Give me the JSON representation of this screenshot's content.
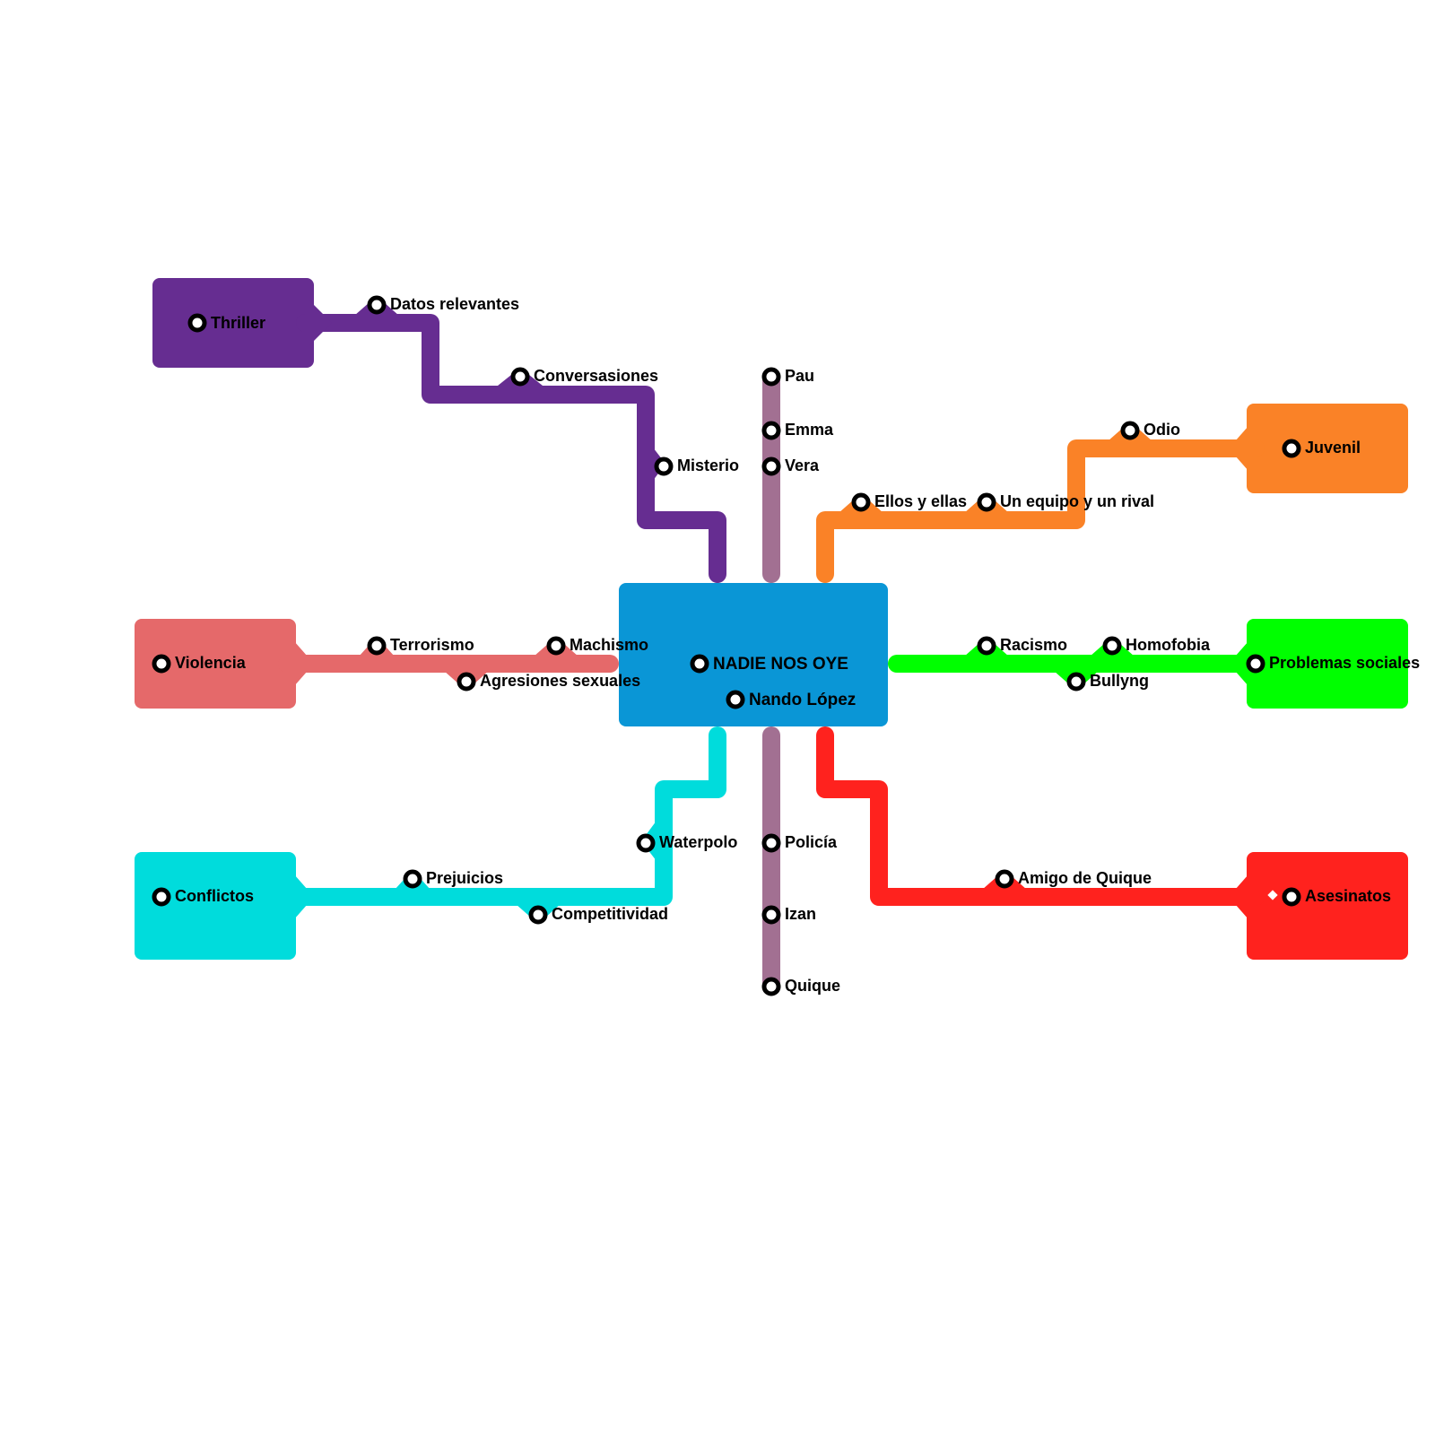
{
  "diagram": {
    "type": "metro-map",
    "hub": {
      "title": "NADIE NOS OYE",
      "author": "Nando López",
      "color": "#0a96d6"
    },
    "lines": [
      {
        "id": "thriller",
        "color": "#662d91",
        "terminal": "Thriller",
        "stations": [
          "Datos relevantes",
          "Conversasiones",
          "Misterio"
        ]
      },
      {
        "id": "violencia",
        "color": "#e5696a",
        "terminal": "Violencia",
        "stations": [
          "Terrorismo",
          "Agresiones sexuales",
          "Machismo"
        ]
      },
      {
        "id": "conflictos",
        "color": "#00dcdc",
        "terminal": "Conflictos",
        "stations": [
          "Prejuicios",
          "Competitividad",
          "Waterpolo"
        ]
      },
      {
        "id": "juvenil",
        "color": "#fa8227",
        "terminal": "Juvenil",
        "stations": [
          "Ellos y ellas",
          "Un equipo y un rival",
          "Odio"
        ]
      },
      {
        "id": "problemas-sociales",
        "color": "#00ff00",
        "terminal": "Problemas sociales",
        "stations": [
          "Racismo",
          "Bullyng",
          "Homofobia"
        ]
      },
      {
        "id": "asesinatos",
        "color": "#ff221e",
        "terminal": "Asesinatos",
        "stations": [
          "Amigo de Quique"
        ]
      },
      {
        "id": "personajes-norte",
        "color": "#a27092",
        "terminal": "",
        "stations": [
          "Pau",
          "Emma",
          "Vera"
        ]
      },
      {
        "id": "personajes-sur",
        "color": "#a27092",
        "terminal": "",
        "stations": [
          "Policía",
          "Izan",
          "Quique"
        ]
      }
    ]
  }
}
